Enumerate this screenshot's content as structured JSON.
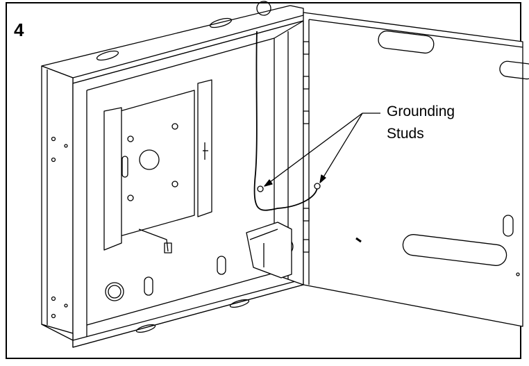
{
  "figure": {
    "step_number": "4",
    "callout": {
      "line1": "Grounding",
      "line2": "Studs"
    }
  }
}
